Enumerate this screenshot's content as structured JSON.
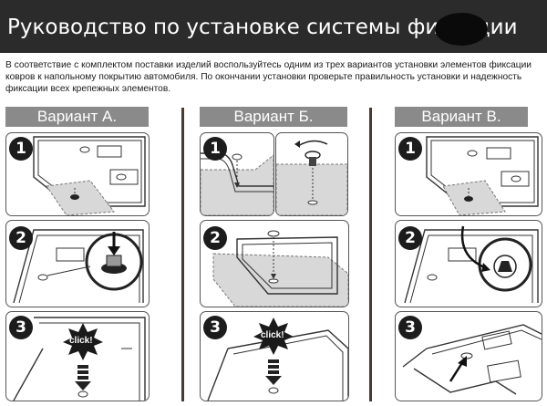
{
  "header": {
    "title": "Руководство по установке системы фиксации"
  },
  "intro": {
    "text": "В соответствие с комплектом поставки изделий воспользуйтесь одним из трех вариантов установки элементов фиксации ковров к напольному покрытию автомобиля. По окончании установки проверьте правильность установки и надежность фиксации всех крепежных элементов."
  },
  "variants": [
    {
      "title": "Вариант А.",
      "steps": [
        {
          "number": "1"
        },
        {
          "number": "2"
        },
        {
          "number": "3",
          "click_label": "click!"
        }
      ]
    },
    {
      "title": "Вариант Б.",
      "steps": [
        {
          "number": "1"
        },
        {
          "number": "2"
        },
        {
          "number": "3",
          "click_label": "click!"
        }
      ]
    },
    {
      "title": "Вариант В.",
      "steps": [
        {
          "number": "1"
        },
        {
          "number": "2"
        },
        {
          "number": "3"
        }
      ]
    }
  ],
  "colors": {
    "header_bg": "#2b2b2b",
    "variant_header_bg": "#8a8a8a",
    "divider": "#4a3a32",
    "carpet_fill": "#d8d8d8"
  }
}
